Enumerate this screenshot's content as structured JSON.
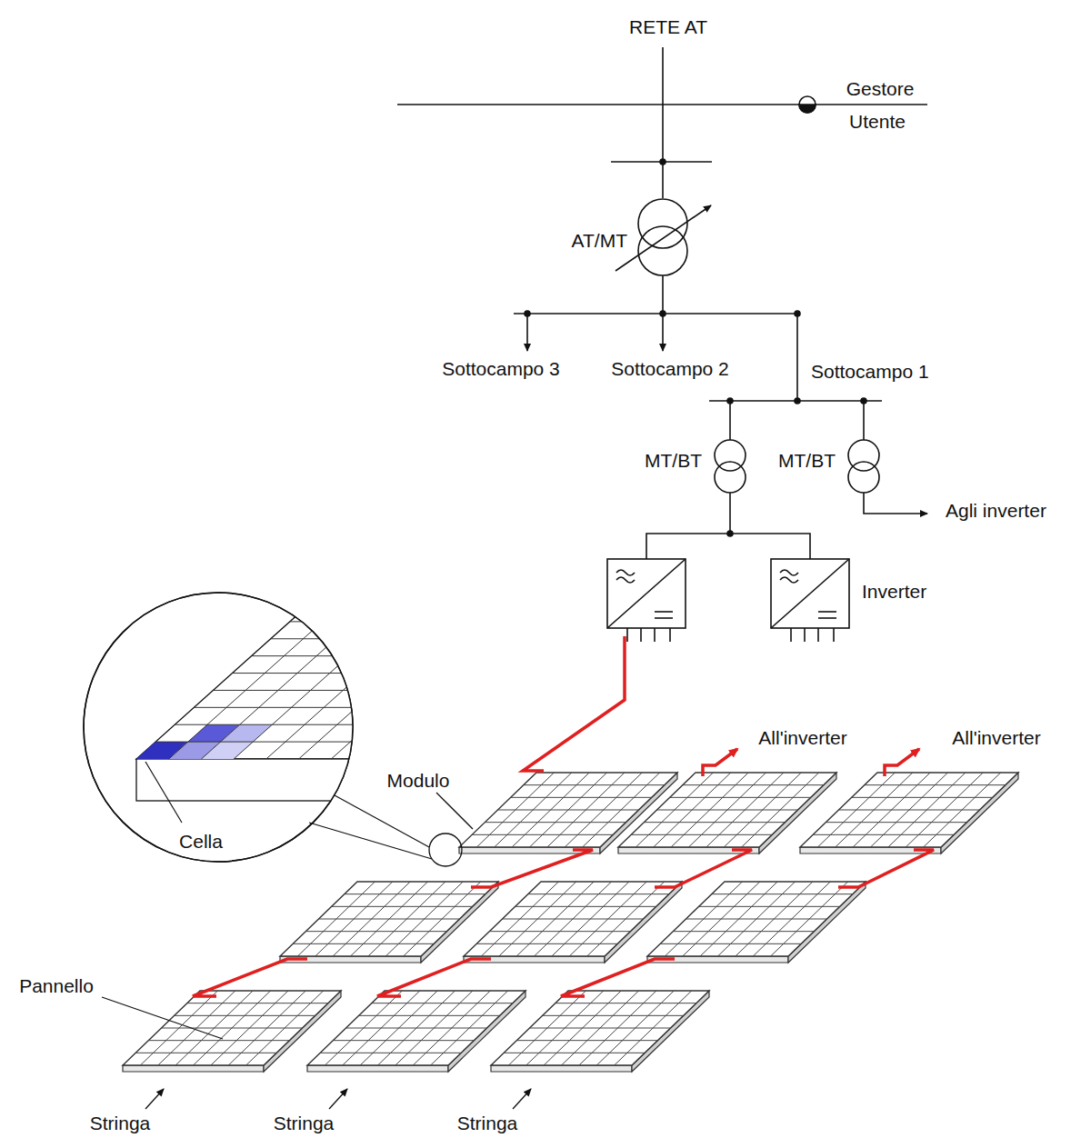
{
  "diagram": {
    "labels": [
      "RETE AT",
      "Gestore",
      "Utente",
      "AT/MT",
      "Sottocampo 3",
      "Sottocampo 2",
      "Sottocampo 1",
      "MT/BT",
      "MT/BT",
      "Agli inverter",
      "Inverter",
      "All'inverter",
      "All'inverter",
      "Modulo",
      "Cella",
      "Pannello",
      "Stringa",
      "Stringa",
      "Stringa"
    ]
  }
}
